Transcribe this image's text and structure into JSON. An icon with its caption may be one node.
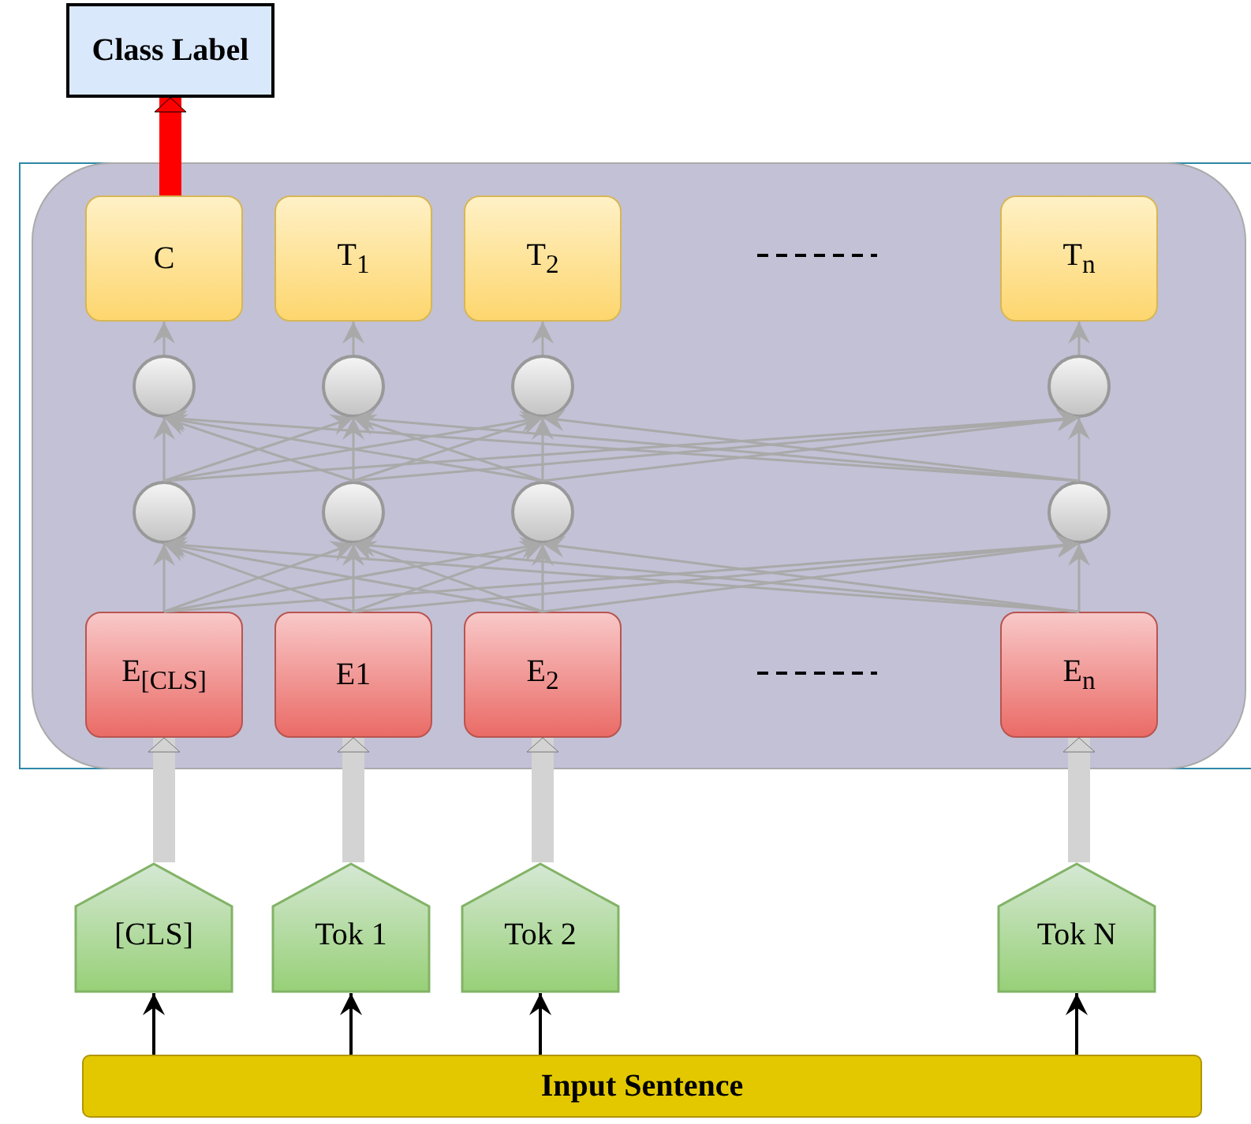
{
  "diagram": {
    "nodes": [
      {
        "text": [
          "Class Label"
        ]
      },
      {
        "text": [],
        "shape": "box"
      },
      {
        "text": [
          "C"
        ],
        "in": 1
      },
      {
        "text": [
          "T$_{1}$"
        ],
        "in": 1
      },
      {
        "text": [
          "T$_{2}$"
        ],
        "in": 1
      },
      {
        "text": [
          "T$_{n}$"
        ],
        "in": 1
      },
      {
        "text": [],
        "shape": "circle",
        "in": 1
      },
      {
        "text": [],
        "shape": "circle",
        "in": 1
      },
      {
        "text": [],
        "shape": "circle",
        "in": 1
      },
      {
        "text": [],
        "shape": "circle",
        "in": 1
      },
      {
        "text": [],
        "shape": "circle",
        "in": 1
      },
      {
        "text": [],
        "shape": "circle",
        "in": 1
      },
      {
        "text": [],
        "shape": "circle",
        "in": 1
      },
      {
        "text": [],
        "shape": "circle",
        "in": 1
      },
      {
        "text": [
          "E$_{[CLS]}$"
        ],
        "in": 1
      },
      {
        "text": [
          "E1"
        ],
        "in": 1
      },
      {
        "text": [
          "E$_{2}$"
        ],
        "in": 1
      },
      {
        "text": [
          "E$_{n}$"
        ],
        "in": 1
      },
      {
        "text": [
          "[CLS]"
        ]
      },
      {
        "text": [
          "Tok 1"
        ]
      },
      {
        "text": [
          "Tok 2"
        ]
      },
      {
        "text": [
          "Tok N"
        ]
      },
      {
        "text": [
          "Input Sentence"
        ]
      }
    ],
    "edges": [
      {
        "from": 2,
        "to": 0,
        "arrow": "to",
        "style": "thick",
        "color": "#ff0000"
      },
      {
        "from": 6,
        "to": 2,
        "arrow": "to"
      },
      {
        "from": 7,
        "to": 3,
        "arrow": "to"
      },
      {
        "from": 8,
        "to": 4,
        "arrow": "to"
      },
      {
        "from": 9,
        "to": 5,
        "arrow": "to"
      },
      {
        "from": 10,
        "to": 6,
        "arrow": "to"
      },
      {
        "from": 10,
        "to": 7,
        "arrow": "to"
      },
      {
        "from": 10,
        "to": 8,
        "arrow": "to"
      },
      {
        "from": 10,
        "to": 9,
        "arrow": "to"
      },
      {
        "from": 11,
        "to": 6,
        "arrow": "to"
      },
      {
        "from": 11,
        "to": 7,
        "arrow": "to"
      },
      {
        "from": 11,
        "to": 8,
        "arrow": "to"
      },
      {
        "from": 11,
        "to": 9,
        "arrow": "to"
      },
      {
        "from": 12,
        "to": 6,
        "arrow": "to"
      },
      {
        "from": 12,
        "to": 7,
        "arrow": "to"
      },
      {
        "from": 12,
        "to": 8,
        "arrow": "to"
      },
      {
        "from": 12,
        "to": 9,
        "arrow": "to"
      },
      {
        "from": 13,
        "to": 6,
        "arrow": "to"
      },
      {
        "from": 13,
        "to": 7,
        "arrow": "to"
      },
      {
        "from": 13,
        "to": 8,
        "arrow": "to"
      },
      {
        "from": 13,
        "to": 9,
        "arrow": "to"
      },
      {
        "from": 14,
        "to": 10,
        "arrow": "to"
      },
      {
        "from": 14,
        "to": 11,
        "arrow": "to"
      },
      {
        "from": 14,
        "to": 12,
        "arrow": "to"
      },
      {
        "from": 14,
        "to": 13,
        "arrow": "to"
      },
      {
        "from": 15,
        "to": 10,
        "arrow": "to"
      },
      {
        "from": 15,
        "to": 11,
        "arrow": "to"
      },
      {
        "from": 15,
        "to": 12,
        "arrow": "to"
      },
      {
        "from": 15,
        "to": 13,
        "arrow": "to"
      },
      {
        "from": 16,
        "to": 10,
        "arrow": "to"
      },
      {
        "from": 16,
        "to": 11,
        "arrow": "to"
      },
      {
        "from": 16,
        "to": 12,
        "arrow": "to"
      },
      {
        "from": 16,
        "to": 13,
        "arrow": "to"
      },
      {
        "from": 17,
        "to": 10,
        "arrow": "to"
      },
      {
        "from": 17,
        "to": 11,
        "arrow": "to"
      },
      {
        "from": 17,
        "to": 12,
        "arrow": "to"
      },
      {
        "from": 17,
        "to": 13,
        "arrow": "to"
      },
      {
        "from": 18,
        "to": 14,
        "arrow": "to",
        "style": "thick",
        "color": "#d3d3d3"
      },
      {
        "from": 19,
        "to": 15,
        "arrow": "to",
        "style": "thick",
        "color": "#d3d3d3"
      },
      {
        "from": 20,
        "to": 16,
        "arrow": "to",
        "style": "thick",
        "color": "#d3d3d3"
      },
      {
        "from": 21,
        "to": 17,
        "arrow": "to",
        "style": "thick",
        "color": "#d3d3d3"
      },
      {
        "from": 22,
        "to": 18,
        "arrow": "to",
        "color": "#000000"
      },
      {
        "from": 22,
        "to": 19,
        "arrow": "to",
        "color": "#000000"
      },
      {
        "from": 22,
        "to": 20,
        "arrow": "to",
        "color": "#000000"
      },
      {
        "from": 22,
        "to": 21,
        "arrow": "to",
        "color": "#000000"
      }
    ]
  }
}
